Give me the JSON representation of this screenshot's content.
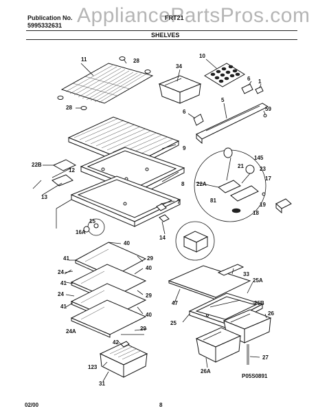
{
  "header": {
    "publication_label": "Publication No.",
    "publication_number": "5995332631",
    "section_title": "SHELVES",
    "model_partial": "FRT21",
    "watermark": "AppliancePartsPros.com"
  },
  "footer": {
    "date": "02/00",
    "page_number": "8",
    "drawing_code": "P05S0891"
  },
  "callouts": {
    "c11": "11",
    "c28a": "28",
    "c28b": "28",
    "c34": "34",
    "c10": "10",
    "c6a": "6",
    "c1": "1",
    "c5": "5",
    "c6b": "6",
    "c59": "59",
    "c9": "9",
    "c145": "145",
    "c22b": "22B",
    "c12": "12",
    "c13": "13",
    "c8": "8",
    "c21": "21",
    "c23": "23",
    "c22a": "22A",
    "c17": "17",
    "c81": "81",
    "c19": "19",
    "c18": "18",
    "c7": "7",
    "c15": "15",
    "c16a": "16A",
    "c14": "14",
    "c40a": "40",
    "c41a": "41",
    "c29a": "29",
    "c24a": "24",
    "c40b": "40",
    "c41b": "41",
    "c29b": "29",
    "c24b": "24",
    "c41c": "41",
    "c40c": "40",
    "c24A": "24A",
    "c29c": "29",
    "c33": "33",
    "c25a_up": "25A",
    "c47": "47",
    "c25b": "25B",
    "c25": "25",
    "c26": "26",
    "c26a": "26A",
    "c27": "27",
    "c42": "42",
    "c123": "123",
    "c31": "31"
  }
}
